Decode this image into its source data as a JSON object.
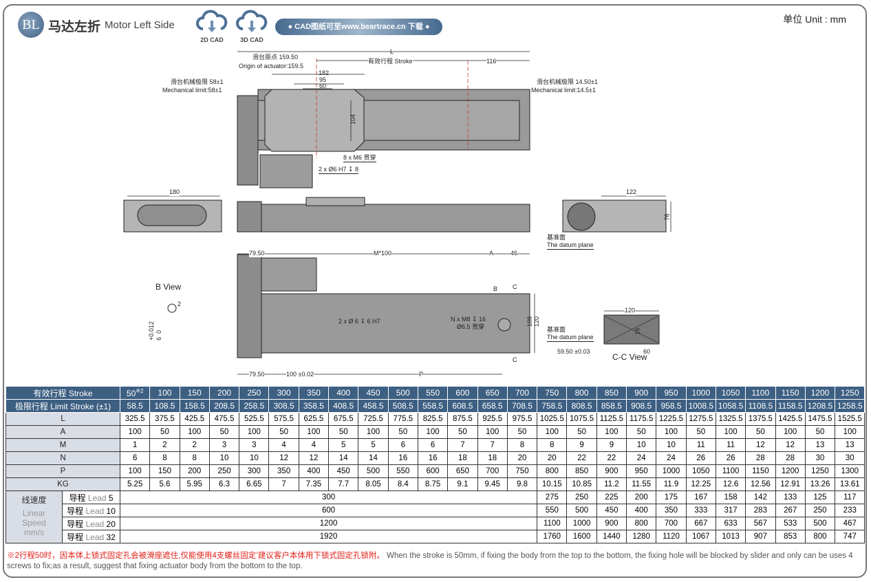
{
  "header": {
    "logo": "BL",
    "title_cn": "马达左折",
    "title_en": "Motor Left Side",
    "cad_2d": "2D CAD",
    "cad_3d": "3D CAD",
    "download_note": "● CAD图纸可至www.beartrace.cn 下载 ●",
    "unit": "单位  Unit : mm"
  },
  "drawing": {
    "L": "L",
    "origin_cn": "滑台原点 159.50",
    "origin_en": "Origin of actuator:159.5",
    "stroke": "有效行程 Stroke",
    "d116": "116",
    "d182": "182",
    "d95": "95",
    "d60": "60",
    "d104": "104",
    "mech_left_cn": "滑台机械极限 58±1",
    "mech_left_en": "Mechanical limit:58±1",
    "mech_right_cn": "滑台机械极限 14.50±1",
    "mech_right_en": "Mechanical limit:14.5±1",
    "m6": "8 x M6 贯穿",
    "pin": "2 x Ø6 H7 ↧ 8",
    "d180": "180",
    "d122": "122",
    "d76": "76",
    "datum_cn": "基准面",
    "datum_en": "The datum plane",
    "d79_50": "79.50",
    "m100": "M*100",
    "A": "A",
    "d46": "46",
    "b_view": "B View",
    "b_tol": "+0.012\n6  0",
    "b_2": "2",
    "pin2": "2 x Ø 6 ↧ 6 H7",
    "nm8": "N x M8 ↧ 16",
    "d65": "Ø6.5 贯穿",
    "B": "B",
    "C": "C",
    "d108": "108",
    "d120": "120",
    "d120b": "120",
    "d16": "16",
    "d59": "59.50 ±0.03",
    "d60b": "60",
    "cc_view": "C-C View",
    "d79_50b": "79.50",
    "d100": "100 ±0.02",
    "P": "P"
  },
  "table": {
    "stroke_label": "有效行程 Stroke",
    "stroke": [
      "50",
      "100",
      "150",
      "200",
      "250",
      "300",
      "350",
      "400",
      "450",
      "500",
      "550",
      "600",
      "650",
      "700",
      "750",
      "800",
      "850",
      "900",
      "950",
      "1000",
      "1050",
      "1100",
      "1150",
      "1200",
      "1250"
    ],
    "stroke_note": "※2",
    "limit_label": "极限行程 Limit Stroke (±1)",
    "limit": [
      "58.5",
      "108.5",
      "158.5",
      "208.5",
      "258.5",
      "308.5",
      "358.5",
      "408.5",
      "458.5",
      "508.5",
      "558.5",
      "608.5",
      "658.5",
      "708.5",
      "758.5",
      "808.5",
      "858.5",
      "908.5",
      "958.5",
      "1008.5",
      "1058.5",
      "1108.5",
      "1158.5",
      "1208.5",
      "1258.5"
    ],
    "rows": [
      {
        "label": "L",
        "values": [
          "325.5",
          "375.5",
          "425.5",
          "475.5",
          "525.5",
          "575.5",
          "625.5",
          "675.5",
          "725.5",
          "775.5",
          "825.5",
          "875.5",
          "925.5",
          "975.5",
          "1025.5",
          "1075.5",
          "1125.5",
          "1175.5",
          "1225.5",
          "1275.5",
          "1325.5",
          "1375.5",
          "1425.5",
          "1475.5",
          "1525.5"
        ]
      },
      {
        "label": "A",
        "values": [
          "100",
          "50",
          "100",
          "50",
          "100",
          "50",
          "100",
          "50",
          "100",
          "50",
          "100",
          "50",
          "100",
          "50",
          "100",
          "50",
          "100",
          "50",
          "100",
          "50",
          "100",
          "50",
          "100",
          "50",
          "100"
        ]
      },
      {
        "label": "M",
        "values": [
          "1",
          "2",
          "2",
          "3",
          "3",
          "4",
          "4",
          "5",
          "5",
          "6",
          "6",
          "7",
          "7",
          "8",
          "8",
          "9",
          "9",
          "10",
          "10",
          "11",
          "11",
          "12",
          "12",
          "13",
          "13"
        ]
      },
      {
        "label": "N",
        "values": [
          "6",
          "8",
          "8",
          "10",
          "10",
          "12",
          "12",
          "14",
          "14",
          "16",
          "16",
          "18",
          "18",
          "20",
          "20",
          "22",
          "22",
          "24",
          "24",
          "26",
          "26",
          "28",
          "28",
          "30",
          "30"
        ]
      },
      {
        "label": "P",
        "values": [
          "100",
          "150",
          "200",
          "250",
          "300",
          "350",
          "400",
          "450",
          "500",
          "550",
          "600",
          "650",
          "700",
          "750",
          "800",
          "850",
          "900",
          "950",
          "1000",
          "1050",
          "1100",
          "1150",
          "1200",
          "1250",
          "1300"
        ]
      },
      {
        "label": "KG",
        "values": [
          "5.25",
          "5.6",
          "5.95",
          "6.3",
          "6.65",
          "7",
          "7.35",
          "7.7",
          "8.05",
          "8.4",
          "8.75",
          "9.1",
          "9.45",
          "9.8",
          "10.15",
          "10.85",
          "11.2",
          "11.55",
          "11.9",
          "12.25",
          "12.6",
          "12.56",
          "12.91",
          "13.26",
          "13.61"
        ]
      }
    ],
    "speed_label_cn": "线速度",
    "speed_label_en": "Linear Speed mm/s",
    "speed": [
      {
        "lead_cn": "导程",
        "lead_en": "Lead",
        "lead": "5",
        "merged": "300",
        "values": [
          "275",
          "250",
          "225",
          "200",
          "175",
          "167",
          "158",
          "142",
          "133",
          "125",
          "117"
        ]
      },
      {
        "lead_cn": "导程",
        "lead_en": "Lead",
        "lead": "10",
        "merged": "600",
        "values": [
          "550",
          "500",
          "450",
          "400",
          "350",
          "333",
          "317",
          "283",
          "267",
          "250",
          "233"
        ]
      },
      {
        "lead_cn": "导程",
        "lead_en": "Lead",
        "lead": "20",
        "merged": "1200",
        "values": [
          "1100",
          "1000",
          "900",
          "800",
          "700",
          "667",
          "633",
          "567",
          "533",
          "500",
          "467"
        ]
      },
      {
        "lead_cn": "导程",
        "lead_en": "Lead",
        "lead": "32",
        "merged": "1920",
        "values": [
          "1760",
          "1600",
          "1440",
          "1280",
          "1120",
          "1067",
          "1013",
          "907",
          "853",
          "800",
          "747"
        ]
      }
    ]
  },
  "footnote": {
    "cn": "※2行程50时，因本体上锁式固定孔会被滑座遮住,仅能使用4支螺丝固定’建议客户本体用下锁式固定孔锁附。",
    "en": "When the stroke is 50mm, if fixing the body from the top to the bottom, the fixing hole will be blocked by slider and only can be uses 4 screws to fix;as a result, suggest that fixing actuator body from the bottom to the top."
  },
  "colors": {
    "header_blue": "#3d5f82",
    "row_label_bg": "#d9dde6",
    "note_red": "#e0201a"
  }
}
